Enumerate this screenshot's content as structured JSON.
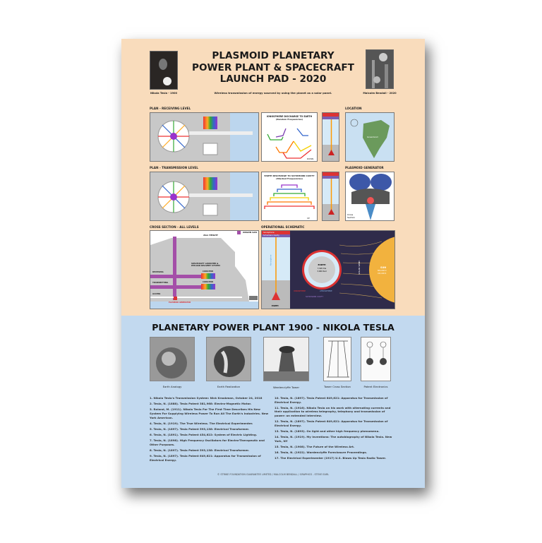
{
  "header": {
    "title_lines": [
      "PLASMOID PLANETARY",
      "POWER PLANT & SPACECRAFT",
      "LAUNCH PAD - 2020"
    ],
    "subtitle": "Wireless transmission of energy sourced by using the planet as a solar panel.",
    "left_caption": "Nikola Tesla - 1900",
    "right_caption": "Malcolm Bendall - 2020"
  },
  "sections": {
    "receiving": "PLAN -  RECEIVING LEVEL",
    "location": "LOCATION",
    "transmission": "PLAN -  TRANSMISSION LEVEL",
    "generator": "PLASMOID GENERATOR",
    "cross": "CROSS SECTION - ALL LEVELS",
    "schematic": "OPERATIONAL SCHEMATIC"
  },
  "diagrams": {
    "ionosphere_title": "IONOSPHERE DISCHARGE TO EARTH",
    "ionosphere_sub": "(Random Frequencies)",
    "down": "DOWN",
    "earth_title": "EARTH DISCHARGE TO SCHUMANN CAVITY",
    "earth_sub": "(Stacked Frequencies)",
    "up": "UP",
    "greenland": "Greenland",
    "cross_section": "Cross Section",
    "height": "2km HEIGHT",
    "argon": "ARGON GAS",
    "launcher": "SPACECRAFT LAUNCHER & PAYLOAD DELIVERY SYSTEM",
    "receiving": "RECEIVING",
    "transmitting": "TRANSMITTING",
    "access": "ACCESS",
    "capacitor": "CAPACITOR",
    "plasmoid_generator": "PLASMOID GENERATOR",
    "ionosphere": "Ionosphere",
    "schumann": "Schumann Cavity",
    "atmosphere": "Atmosphere",
    "earth": "EARTH",
    "earth_dia": "7,920 Dia",
    "earth_rad": "3,960 Rad",
    "ionosphere_ring": "IONOSPHERE",
    "atmosphere_ring": "ATMOSPHERE",
    "schumann_cavity": "SCHUMANN CAVITY",
    "solar_wind": "SOLAR WIND",
    "sun": "SUN",
    "sun_dia": "864,000 D",
    "sun_rad": "432,000 R",
    "earth_small": "EARTH"
  },
  "history": {
    "title": "PLANETARY POWER PLANT 1900 - NIKOLA TESLA",
    "images": [
      "Earth Analogy",
      "Earth Realization",
      "Wardenclyffe Tower",
      "Tower Cross Section",
      "Patent Electronics"
    ]
  },
  "references": [
    "1. Nikola Tesla's Transmission System:  Nick Kraakman, October 24, 2018",
    "2. Tesla, N. (1888). Tesla Patent 381,968: Electro-Magnetic Motor.",
    "3. Roland, M. (1911). Nikola Tesla For The First Time Describes His New System For Supplying Wireless Power To Run All The Earth's Industries. New York American.",
    "4. Tesla, N. (1919). The True Wireless. The Electrical Experimenter.",
    "5. Tesla, N. (1897). Tesla Patent 593,138: Electrical Transformer.",
    "6. Tesla, N. (1891). Tesla Patent 454,622: System of Electric Lighting.",
    "7. Tesla, N. (1898). High Frequency Oscillators for Electro-Therapeutic and Other Purposes.",
    "8. Tesla, N. (1897). Tesla Patent 593,138: Electrical Transformer.",
    "9. Tesla, N. (1897). Tesla Patent 649,621: Apparatus for Transmission of Electrical Energy.",
    "10. Tesla, N. (1897). Tesla Patent 649,621: Apparatus for Transmission of Electrical Energy.",
    "11. Tesla, N. (1916). Nikola Tesla on his work with alternating currents and their application to wireless telegraphy, telephony and transmission of power: an extended interview.",
    "12. Tesla, N. (1897). Tesla Patent 649,621: Apparatus for Transmission of Electrical Energy.",
    "13. Tesla, N. (1893). On light and other high frequency phenomena.",
    "14. Tesla, N. (1919). My Inventions: The autobiography of Nikola Tesla. New York, NY",
    "15. Tesla, N. (1908). The Future of the Wireless Art.",
    "16. Tesla, N. (1922). Wardenclyffe Foreclosure Proceedings.",
    "17. The Electrical Experimenter (1917) U.S. Blows Up Tesla Radio Tower."
  ],
  "footer": "© STRIKE FOUNDATION GUARANTEE LIMITED  /  MALCOLM BENDALL  /  GRAPHICS - STEVE EARL",
  "colors": {
    "peach": "#f9dcbc",
    "blue": "#c2d9ef",
    "navy": "#2f2b4a",
    "sun": "#f2b23e",
    "purple": "#9b4fa3"
  }
}
